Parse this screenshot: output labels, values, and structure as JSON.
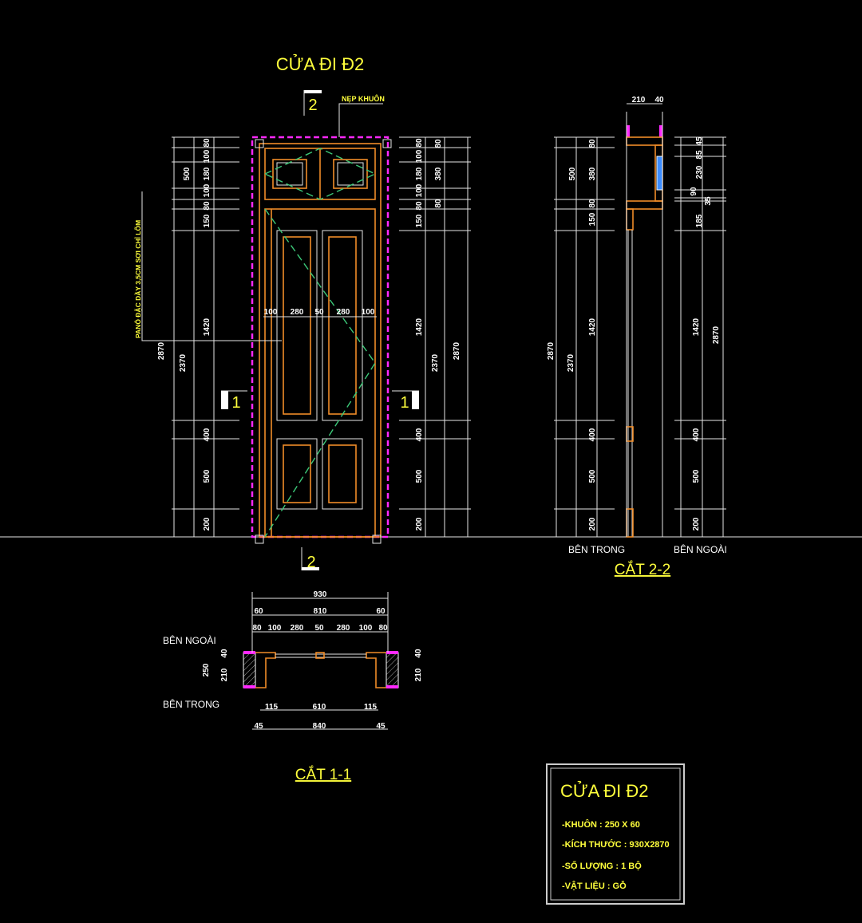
{
  "title": "CỬA ĐI Đ2",
  "labels": {
    "nep_khuon": "NẸP KHUÔN",
    "pano_note": "PANÔ ĐẶC DẦY 3,5CM SƠI CHỈ LÕM",
    "section_mark_2": "2",
    "section_mark_1": "1",
    "ben_trong": "BÊN TRONG",
    "ben_ngoai": "BÊN NGOÀI",
    "cat_22": "CẮT 2-2",
    "cat_11": "CẮT 1-1"
  },
  "info_box": {
    "title": "CỬA ĐI Đ2",
    "lines": [
      "-KHUÔN : 250 X 60",
      "-KÍCH THƯỚC : 930X2870",
      "-SỐ LƯỢNG : 1 BỘ",
      "-VẬT LIỆU : GỖ"
    ]
  },
  "colors": {
    "frame": "#f08c28",
    "text": "#ffff3c",
    "magenta": "#ff28ff",
    "green": "#3cc878"
  },
  "dims": {
    "main_left": [
      "2870",
      "2370",
      "500",
      "150",
      "1420",
      "400",
      "500",
      "200",
      "80",
      "100",
      "180",
      "100",
      "80"
    ],
    "main_right": [
      "80",
      "100",
      "180",
      "100",
      "80",
      "150",
      "1420",
      "400",
      "500",
      "200",
      "80",
      "380",
      "80",
      "2370",
      "2870"
    ],
    "main_panel": [
      "100",
      "280",
      "50",
      "280",
      "100"
    ],
    "s22_top": [
      "210",
      "40"
    ],
    "s22_left": [
      "2870",
      "2370",
      "500",
      "150",
      "1420",
      "400",
      "500",
      "200",
      "80",
      "380",
      "80"
    ],
    "s22_right": [
      "45",
      "85",
      "230",
      "90",
      "35",
      "185",
      "1420",
      "400",
      "500",
      "200",
      "2870"
    ],
    "s11": [
      "930",
      "60",
      "810",
      "60",
      "80",
      "100",
      "280",
      "50",
      "280",
      "100",
      "80",
      "250",
      "210",
      "40",
      "210",
      "40",
      "115",
      "610",
      "115",
      "45",
      "840",
      "45"
    ]
  }
}
